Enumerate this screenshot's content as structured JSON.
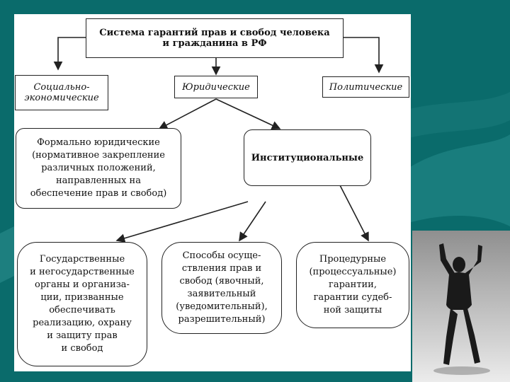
{
  "colors": {
    "background": "#0a6b6b",
    "background_shapes": "#1f8484",
    "panel": "#ffffff",
    "ink": "#111111"
  },
  "diagram": {
    "root": "Система гарантий прав и свобод человека\nи гражданина в РФ",
    "socio_economic": "Социально-\nэкономические",
    "legal": "Юридические",
    "political": "Политические",
    "formal_legal": "Формально юридические\n(нормативное закрепление\nразличных положений,\nнаправленных на\nобеспечение прав и свобод)",
    "institutional": "Институциональные",
    "state_bodies": "Государственные\nи негосударственные\nорганы и организа-\nции, призванные\nобеспечивать\nреализацию, охрану\nи защиту прав\nи свобод",
    "methods": "Способы осуще-\nствления прав и\nсвобод (явочный,\nзаявительный\n(уведомительный),\nразрешительный)",
    "procedural": "Процедурные\n(процессуальные)\nгарантии,\nгарантии судеб-\nной защиты"
  },
  "photo": {
    "icon": "silhouette-person-raised-arms-icon"
  }
}
